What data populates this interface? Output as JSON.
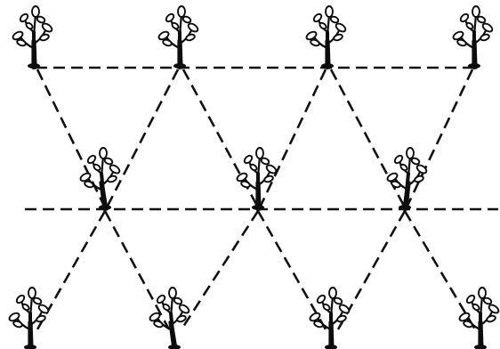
{
  "diagram": {
    "kind": "triangular tree planting pattern",
    "rows": [
      {
        "row": 1,
        "trees": 4
      },
      {
        "row": 2,
        "trees": 3
      },
      {
        "row": 3,
        "trees": 4
      }
    ],
    "tree_icon": "tree-icon",
    "guide_style": "dashed",
    "colors": {
      "ink": "#111111",
      "background": "#ffffff"
    }
  }
}
